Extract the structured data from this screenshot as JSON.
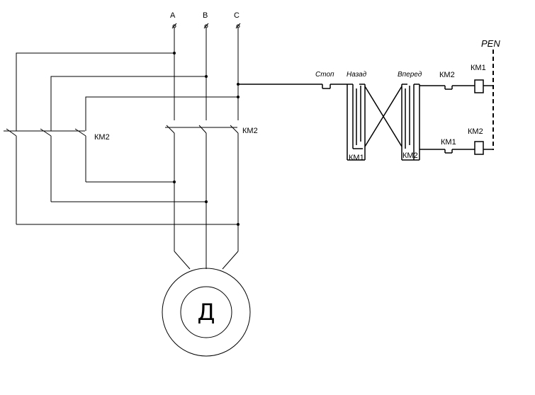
{
  "phases": [
    "A",
    "B",
    "C"
  ],
  "contactor_labels": {
    "left_group": "КМ2",
    "right_group": "КМ2"
  },
  "motor_label": "Д",
  "control": {
    "stop": "Стоп",
    "back": "Назад",
    "forward": "Вперед",
    "km1_aux": "КМ1",
    "km2_aux": "КМ2",
    "top_interlock": "КМ2",
    "top_coil": "КМ1",
    "bottom_interlock": "КМ1",
    "bottom_coil": "КМ2",
    "pen": "PEN"
  }
}
